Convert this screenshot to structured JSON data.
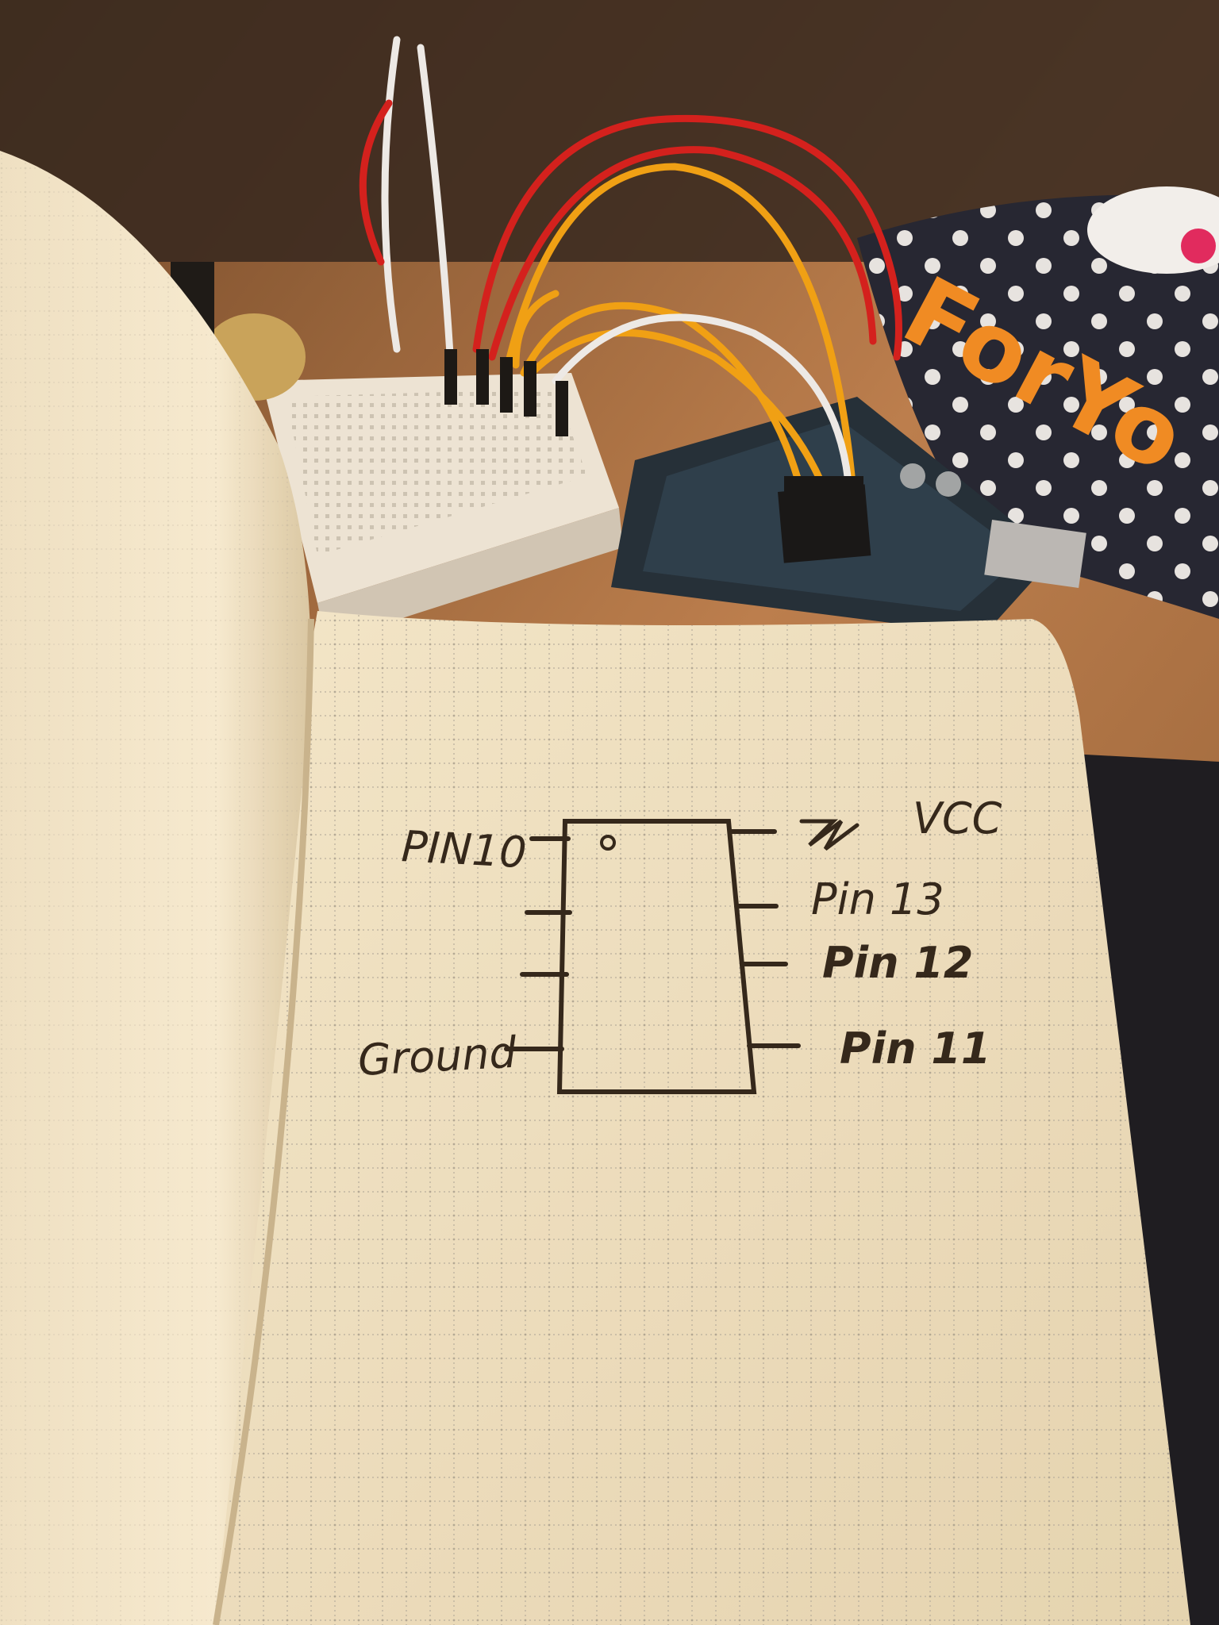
{
  "notebook": {
    "schematic": {
      "left_pins": [
        "PIN10",
        "",
        "",
        "Ground"
      ],
      "right_pins": [
        "VCC",
        "Pin 13",
        "Pin 12",
        "Pin 11"
      ]
    }
  },
  "background": {
    "pouch_text": "ForYo"
  },
  "colors": {
    "desk": "#b5784a",
    "paper": "#f2e7cc",
    "ink": "#2b2118",
    "board": "#1b2a36",
    "wire_red": "#d21a1a",
    "wire_orange": "#f0a010",
    "wire_white": "#ececec",
    "pouch": "#1c2030",
    "pouch_text": "#f08a20"
  }
}
